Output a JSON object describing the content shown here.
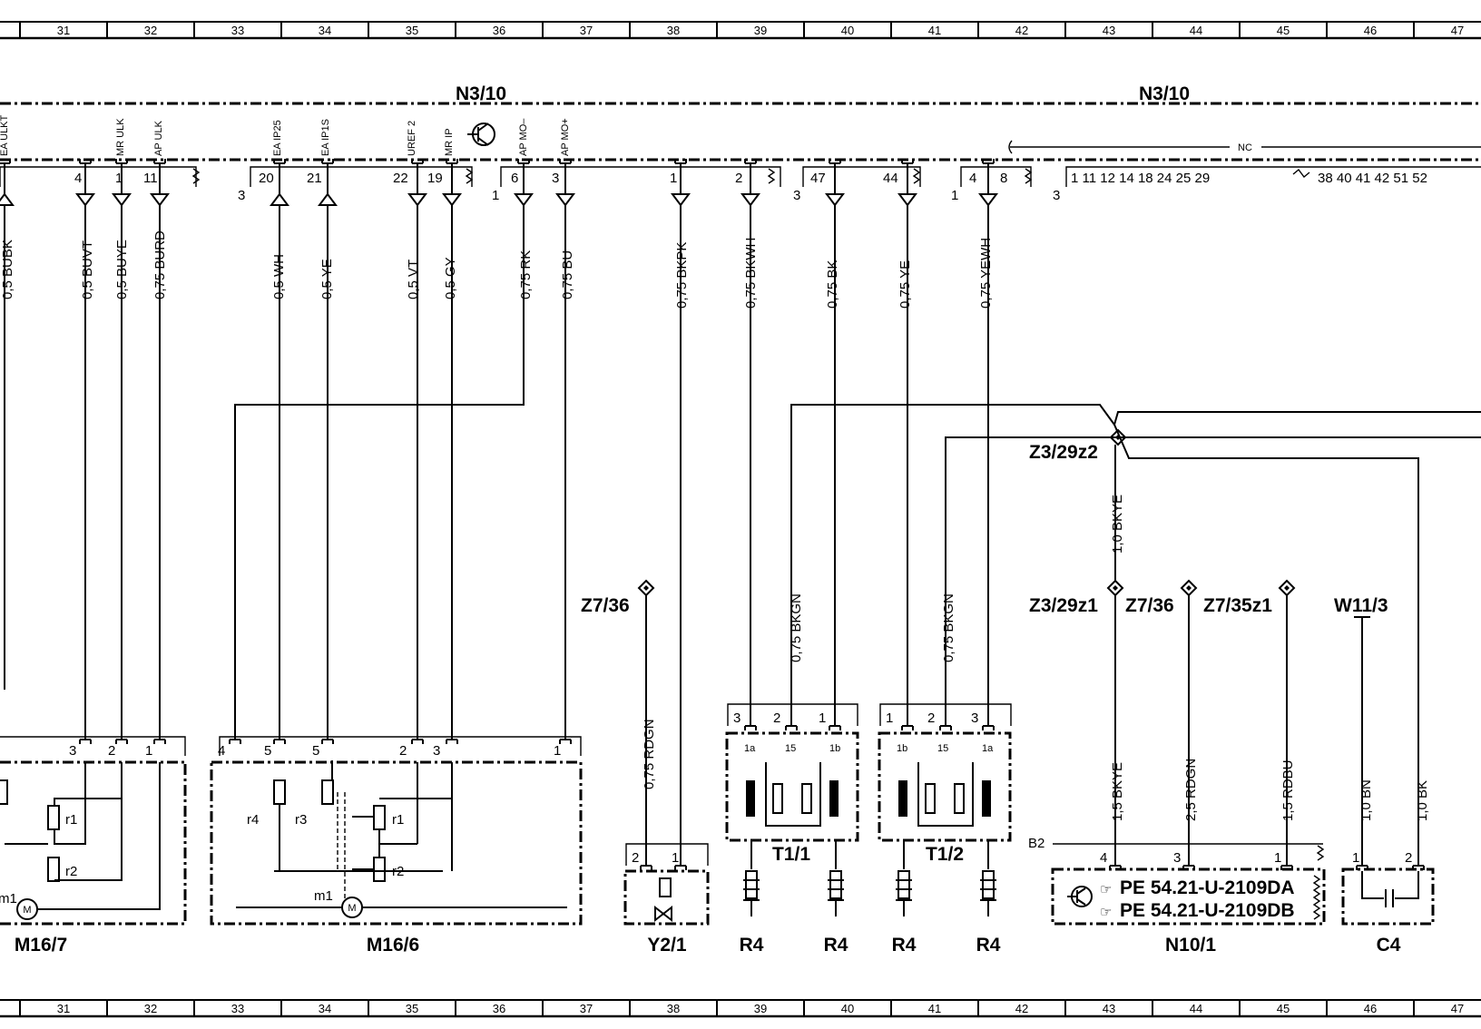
{
  "columns": {
    "numbers": [
      "31",
      "32",
      "33",
      "34",
      "35",
      "36",
      "37",
      "38",
      "39",
      "40",
      "41",
      "42",
      "43",
      "44",
      "45",
      "46",
      "47"
    ]
  },
  "modules": {
    "n3_10_left": "N3/10",
    "n3_10_right": "N3/10",
    "nc": "NC",
    "signals": [
      "EA ULKT",
      "MR ULK",
      "AP ULK",
      "EA IP25",
      "EA IP1S",
      "UREF 2",
      "MR IP",
      "AP MO–",
      "AP MO+"
    ],
    "conn_numbers": {
      "c1": "3",
      "c2": "1",
      "c3": "3",
      "c4": "1",
      "c5": "3"
    },
    "right_pins": "1  11  12  14  18  24  25  29",
    "right_pins_tail": "38  40  41  42  51  52"
  },
  "pins": {
    "top": [
      "4",
      "1",
      "11",
      "20",
      "21",
      "22",
      "19",
      "6",
      "3",
      "1",
      "2",
      "47",
      "44",
      "4",
      "8"
    ]
  },
  "wires": {
    "top": [
      "0,5  BUBK",
      "0,5  BUVT",
      "0,5  BUYE",
      "0,75  BURD",
      "0,5  WH",
      "0,5  YE",
      "0,5  VT",
      "0,5  GY",
      "0,75  RK",
      "0,75  BU",
      "0,75  BKPK",
      "0,75  BKWH",
      "0,75  BK",
      "0,75  YE",
      "0,75  YEWH"
    ],
    "lower": [
      "0,75  RDGN",
      "0,75  BKGN",
      "0,75  BKGN",
      "1,0  BKYE",
      "1,5  BKYE",
      "2,5  RDGN",
      "1,5  RDBU",
      "1,0  BN",
      "1,0  BK"
    ]
  },
  "components": {
    "m16_7": "M16/7",
    "m16_6": "M16/6",
    "y2_1": "Y2/1",
    "t1_1": "T1/1",
    "t1_2": "T1/2",
    "r4": [
      "R4",
      "R4",
      "R4",
      "R4"
    ],
    "n10_1": "N10/1",
    "c4": "C4",
    "b2": "B2",
    "w11_3": "W11/3",
    "z7_36_a": "Z7/36",
    "z7_36_b": "Z7/36",
    "z7_35z1": "Z7/35z1",
    "z3_29z1": "Z3/29z1",
    "z3_29z2": "Z3/29z2",
    "pe1": "PE  54.21-U-2109DA",
    "pe2": "PE  54.21-U-2109DB",
    "ref_icon": "☞"
  },
  "component_pins": {
    "m16_7": [
      "3",
      "2",
      "1"
    ],
    "m16_6": [
      "4",
      "5",
      "5",
      "2",
      "3",
      "1"
    ],
    "y2_1": [
      "2",
      "1"
    ],
    "t1_1": [
      "3",
      "2",
      "1",
      "1a",
      "15",
      "1b"
    ],
    "t1_2": [
      "1",
      "2",
      "3",
      "1b",
      "15",
      "1a"
    ],
    "n10_1": [
      "4",
      "3",
      "1"
    ],
    "c4": [
      "1",
      "2"
    ],
    "resistors": [
      "r1",
      "r2",
      "r4",
      "r3",
      "r1",
      "r2",
      "m1",
      "m1"
    ],
    "motor": [
      "M",
      "M"
    ]
  }
}
